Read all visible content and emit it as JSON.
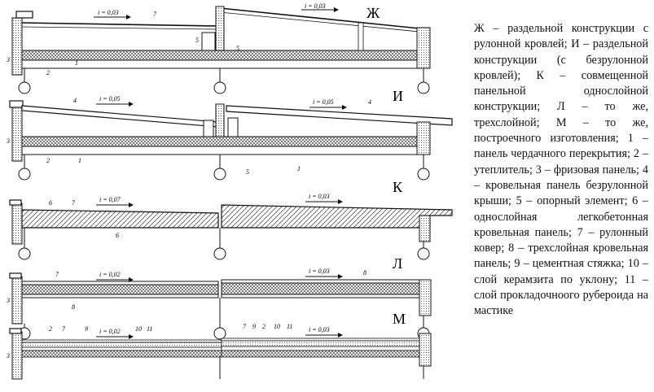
{
  "panels": [
    {
      "id": "zh",
      "letter": "Ж",
      "slopes": [
        "i = 0,03",
        "i = 0,03"
      ],
      "labels": [
        "7",
        "3",
        "2",
        "1",
        "5",
        "5",
        "i=0,03"
      ]
    },
    {
      "id": "i",
      "letter": "И",
      "slopes": [
        "i = 0,05",
        "i = 0,05"
      ],
      "labels": [
        "4",
        "4",
        "3",
        "2",
        "1",
        "5",
        "1"
      ]
    },
    {
      "id": "k",
      "letter": "К",
      "slopes": [
        "i = 0,07",
        "i = 0,03"
      ],
      "labels": [
        "6",
        "7",
        "6"
      ]
    },
    {
      "id": "l",
      "letter": "Л",
      "slopes": [
        "i = 0,02",
        "i = 0,03"
      ],
      "labels": [
        "7",
        "8",
        "3",
        "8"
      ]
    },
    {
      "id": "m",
      "letter": "М",
      "slopes": [
        "i = 0,02",
        "i = 0,03"
      ],
      "labels": [
        "2",
        "7",
        "9",
        "10",
        "11",
        "3",
        "7",
        "9",
        "2",
        "10",
        "11"
      ]
    }
  ],
  "legend": "Ж – раздельной конструкции с рулонной кровлей; И – раздельной конструкции (с безрулонной кровлей); К – совмещенной панельной однослойной конструкции; Л – то же, трехслойной; М – то же, построечного изготовления; 1 – панель чердачного перекрытия; 2 – утеплитель; 3 – фризовая панель; 4 – кровельная панель безрулонной крыши; 5 – опорный элемент; 6 – однослойная легкобетонная кровельная панель; 7 – рулонный ковер; 8 – трехслойная кровельная панель; 9 – цементная стяжка; 10 – слой керамзита по уклону; 11 – слой прокладочноого рубероида на мастике",
  "colors": {
    "ink": "#1a1a1a",
    "hatch": "#444444",
    "paper": "#ffffff"
  }
}
